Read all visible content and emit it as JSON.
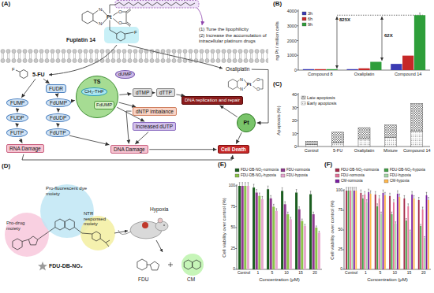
{
  "diagram": {
    "nodes": [
      {
        "text": [
          "5-FU"
        ]
      },
      {
        "text": [
          "FUDR"
        ]
      },
      {
        "text": [
          "FUMP"
        ]
      },
      {
        "text": [
          "FUDP"
        ]
      },
      {
        "text": [
          "FUTP"
        ]
      },
      {
        "text": [
          "RNA Damage"
        ]
      },
      {
        "text": [
          "FdUMP"
        ]
      },
      {
        "text": [
          "FdUDP"
        ]
      },
      {
        "text": [
          "FdUTP"
        ]
      },
      {
        "text": [
          "TS"
        ]
      },
      {
        "text": [
          "CH₂-THF"
        ],
        "in": 9
      },
      {
        "text": [
          "FdUMP"
        ],
        "in": 9
      },
      {
        "text": [
          "dUMP"
        ]
      },
      {
        "text": [
          "dTMP"
        ]
      },
      {
        "text": [
          "dTTP"
        ]
      },
      {
        "text": [
          "DNA replication and repair"
        ]
      },
      {
        "text": [
          "dNTP imbalance"
        ]
      },
      {
        "text": [
          "Increased dUTP"
        ]
      },
      {
        "text": [
          "DNA Damage"
        ]
      },
      {
        "text": [
          "Cell Death"
        ]
      },
      {
        "text": [
          "Oxaliplatin"
        ]
      },
      {
        "text": [
          "Pt"
        ]
      }
    ],
    "edges": [
      {
        "from": 0,
        "to": 2,
        "arrow": "to"
      },
      {
        "from": 0,
        "to": 1,
        "arrow": "to"
      },
      {
        "from": 2,
        "to": 3,
        "arrow": "to"
      },
      {
        "from": 3,
        "to": 4,
        "arrow": "to"
      },
      {
        "from": 4,
        "to": 5,
        "arrow": "to"
      },
      {
        "from": 1,
        "to": 6,
        "arrow": "to"
      },
      {
        "from": 6,
        "to": 7,
        "arrow": "to"
      },
      {
        "from": 7,
        "to": 8,
        "arrow": "to"
      },
      {
        "from": 8,
        "to": 18,
        "arrow": "to"
      },
      {
        "from": 6,
        "to": 9,
        "arrow": "to"
      },
      {
        "from": 9,
        "to": 13,
        "arrow": "to"
      },
      {
        "from": 13,
        "to": 14,
        "arrow": "to"
      },
      {
        "from": 14,
        "to": 15,
        "arrow": "to"
      },
      {
        "from": 9,
        "to": 16,
        "arrow": "to"
      },
      {
        "from": 9,
        "to": 17,
        "arrow": "to"
      },
      {
        "from": 16,
        "to": 18,
        "arrow": "to"
      },
      {
        "from": 17,
        "to": 18,
        "arrow": "to"
      },
      {
        "from": 5,
        "to": 19,
        "arrow": "to"
      },
      {
        "from": 18,
        "to": 19,
        "arrow": "to"
      },
      {
        "from": 20,
        "to": 21,
        "arrow": "to"
      },
      {
        "from": 21,
        "to": 15,
        "arrow": "to"
      },
      {
        "from": 21,
        "to": 19,
        "arrow": "to"
      }
    ],
    "labels": [
      "(A)",
      "Fuplatin 14",
      "(1) Tune the lipophilicity",
      "(2) Increase the accumulation of intracellular platinum drugs",
      "N",
      "Pt",
      "N",
      "O",
      "O",
      "F",
      "F",
      "N",
      "Pt",
      "N",
      "O",
      "O",
      "(B)",
      "ng Pt / million cells",
      "0",
      "1000",
      "2000",
      "3000",
      "4000",
      "Compound 8",
      "Oxaliplatin",
      "Compound 14",
      "825X",
      "62X",
      "(C)",
      "Apoptosis (%)",
      "0",
      "10",
      "20",
      "30",
      "40",
      "Control",
      "5-FU",
      "Oxaliplatin",
      "Mixture",
      "Compound 14",
      "(D)",
      "Pro-fluorescent dye moiety",
      "NTR responsed moiety",
      "Pro-drug moiety",
      "FDU-DB-NO₂",
      "Hypoxia",
      "FDU",
      "CM",
      "(E)",
      "Cell viability over control (%)",
      "0",
      "25",
      "50",
      "75",
      "100",
      "Control",
      "1",
      "5",
      "10",
      "15",
      "20",
      "Concentration (μM)",
      "(F)",
      "Cell viability over control (%)",
      "0",
      "25",
      "50",
      "75",
      "100",
      "Control",
      "1",
      "5",
      "10",
      "15",
      "20",
      "Concentration (μM)"
    ],
    "legend": [
      {
        "text": "3h",
        "color": "#3b3bb3"
      },
      {
        "text": "6h",
        "color": "#c62828"
      },
      {
        "text": "9h",
        "color": "#2e9e3a"
      },
      {
        "text": "Late apoptosis"
      },
      {
        "text": "Early apoptosis"
      },
      {
        "text": "FDU-DB-NO₂-normoxia",
        "color": "#1b5e20"
      },
      {
        "text": "FDU-normoxia",
        "color": "#8e3a8e"
      },
      {
        "text": "FDU-DB-NO₂-hypoxia",
        "color": "#8bc34a"
      },
      {
        "text": "FDU-hypoxia",
        "color": "#e7a6cf"
      },
      {
        "text": "FDU-DB-NO₂-normoxia",
        "color": "#a52a4a"
      },
      {
        "text": "FDU-DB-NO₂-hypoxia",
        "color": "#43a047"
      },
      {
        "text": "FDU-normoxia",
        "color": "#e57399"
      },
      {
        "text": "FDU-hypoxia",
        "color": "#a5d6a7"
      },
      {
        "text": "CM-normoxia",
        "color": "#7b1fa2"
      },
      {
        "text": "CM-hypoxia",
        "color": "#ffb74d"
      }
    ]
  }
}
